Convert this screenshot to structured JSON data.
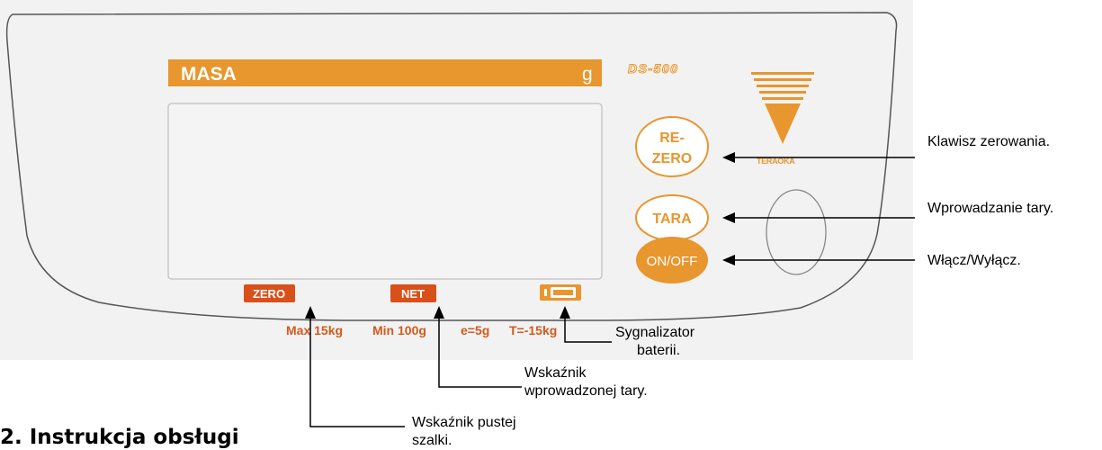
{
  "display": {
    "label": "MASA",
    "unit": "g"
  },
  "model": "DS-500",
  "brand": "TERAOKA",
  "buttons": {
    "rezero_line1": "RE-",
    "rezero_line2": "ZERO",
    "tara": "TARA",
    "onoff": "ON/OFF"
  },
  "indicators": {
    "zero": "ZERO",
    "net": "NET"
  },
  "specs": {
    "max": "Max 15kg",
    "min": "Min 100g",
    "e": "e=5g",
    "t": "T=-15kg"
  },
  "annotations": {
    "rezero": "Klawisz zerowania.",
    "tara": "Wprowadzanie tary.",
    "onoff": "Włącz/Wyłącz.",
    "battery_line1": "Sygnalizator",
    "battery_line2": "baterii.",
    "net_line1": "Wskaźnik",
    "net_line2": "wprowadzonej tary.",
    "zero_line1": "Wskaźnik pustej",
    "zero_line2": "szalki."
  },
  "section_heading": "2. Instrukcja obsługi",
  "colors": {
    "panel_background": "#f2f2f2",
    "panel_border": "#555555",
    "accent_orange": "#e8962e",
    "indicator_orange": "#d9501a",
    "spec_orange": "#d45a1c",
    "display_window": "#f4f4f4"
  }
}
